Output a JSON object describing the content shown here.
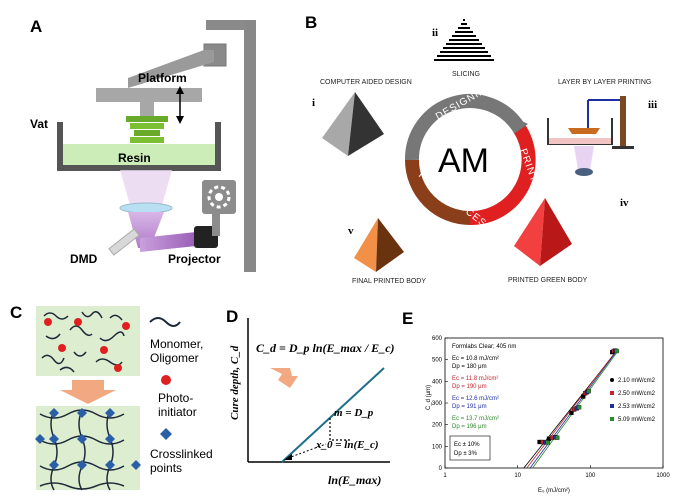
{
  "panels": {
    "a": "A",
    "b": "B",
    "c": "C",
    "d": "D",
    "e": "E"
  },
  "panel_a": {
    "platform": "Platform",
    "vat": "Vat",
    "resin": "Resin",
    "dmd": "DMD",
    "projector": "Projector"
  },
  "panel_b": {
    "center": "AM",
    "ring": {
      "designing": "DESIGNING",
      "printing": "PRINTING",
      "post": "POST-PROCESSING"
    },
    "steps": [
      {
        "num": "i",
        "label": "COMPUTER AIDED DESIGN"
      },
      {
        "num": "ii",
        "label": "SLICING"
      },
      {
        "num": "iii",
        "label": "LAYER BY LAYER PRINTING"
      },
      {
        "num": "iv",
        "label": "PRINTED GREEN BODY"
      },
      {
        "num": "v",
        "label": "FINAL PRINTED BODY"
      }
    ]
  },
  "panel_c": {
    "monomer1": "Monomer,",
    "monomer2": "Oligomer",
    "photo1": "Photo-",
    "photo2": "initiator",
    "cross1": "Crosslinked",
    "cross2": "points"
  },
  "panel_d": {
    "ylabel": "Cure depth, C_d",
    "xlabel": "ln(E_max)",
    "equation": "C_d = D_p ln(E_max / E_c)",
    "slope": "m = D_p",
    "intercept": "x_0 = ln(E_c)"
  },
  "chart_data": {
    "type": "scatter",
    "title": "Formlabs Clear; 405 nm",
    "xlabel": "E₀ (mJ/cm²)",
    "ylabel": "C_d (μm)",
    "xscale": "log",
    "xlim": [
      1,
      1000
    ],
    "ylim": [
      0,
      600
    ],
    "xticks": [
      "1",
      "10",
      "100",
      "1000"
    ],
    "yticks": [
      "0",
      "100",
      "200",
      "300",
      "400",
      "500",
      "600"
    ],
    "legend_position": "right",
    "series": [
      {
        "name": "2.10 mW/cm2",
        "color": "#000000",
        "Ec": "Ec = 10.8 mJ/cm²",
        "Dp": "Dp = 180 μm",
        "points": [
          [
            20,
            120
          ],
          [
            27,
            135
          ],
          [
            55,
            255
          ],
          [
            80,
            330
          ],
          [
            200,
            535
          ]
        ]
      },
      {
        "name": "2.50 mW/cm2",
        "color": "#c0272d",
        "Ec": "Ec = 11.8 mJ/cm²",
        "Dp": "Dp = 190 μm",
        "points": [
          [
            22,
            120
          ],
          [
            30,
            140
          ],
          [
            60,
            270
          ],
          [
            85,
            345
          ],
          [
            210,
            540
          ]
        ]
      },
      {
        "name": "2.53 mW/cm2",
        "color": "#1f2ea0",
        "Ec": "Ec = 12.6 mJ/cm²",
        "Dp": "Dp = 191 μm",
        "points": [
          [
            24,
            118
          ],
          [
            33,
            142
          ],
          [
            65,
            275
          ],
          [
            90,
            350
          ],
          [
            220,
            542
          ]
        ]
      },
      {
        "name": "5.09 mW/cm2",
        "color": "#2e8b2e",
        "Ec": "Ec = 13.7 mJ/cm²",
        "Dp": "Dp = 196 μm",
        "points": [
          [
            26,
            118
          ],
          [
            35,
            140
          ],
          [
            70,
            280
          ],
          [
            95,
            355
          ],
          [
            230,
            540
          ]
        ]
      }
    ],
    "box_note1": "Ec ± 10%",
    "box_note2": "Dp ± 3%"
  }
}
